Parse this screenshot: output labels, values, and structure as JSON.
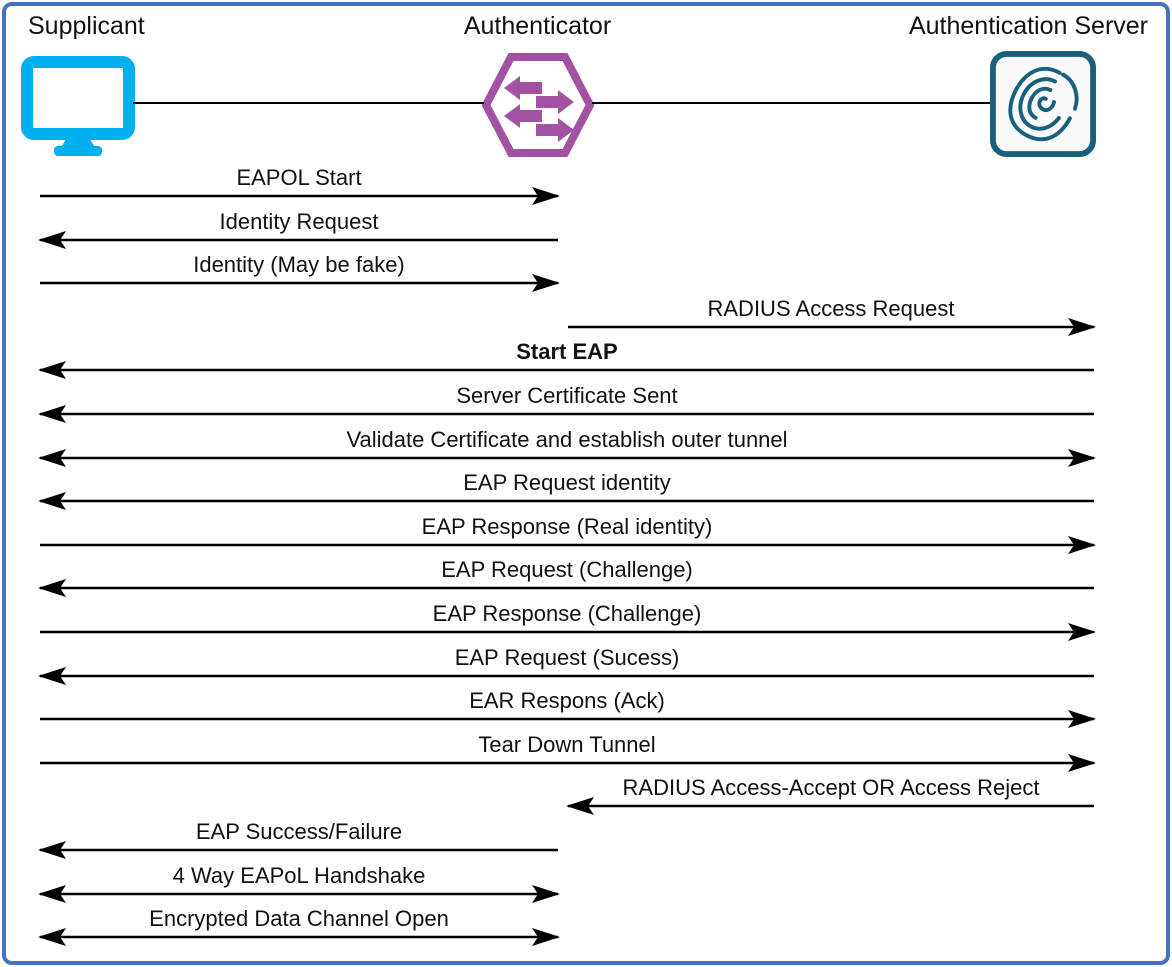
{
  "colors": {
    "frame": "#4472C4",
    "arrow": "#000000",
    "text": "#111111",
    "supplicant_icon": "#00B0F0",
    "authenticator_icon": "#A352A3",
    "server_icon": "#19607F"
  },
  "actors": [
    {
      "id": "supplicant",
      "label": "Supplicant",
      "icon": "monitor-icon"
    },
    {
      "id": "authenticator",
      "label": "Authenticator",
      "icon": "switch-icon"
    },
    {
      "id": "authentication_server",
      "label": "Authentication Server",
      "icon": "fingerprint-icon"
    }
  ],
  "messages": [
    {
      "label": "EAPOL Start",
      "from": "supplicant",
      "to": "authenticator",
      "lane": "supplicant_authenticator",
      "arrow": "right",
      "bold": false
    },
    {
      "label": "Identity Request",
      "from": "authenticator",
      "to": "supplicant",
      "lane": "supplicant_authenticator",
      "arrow": "left",
      "bold": false
    },
    {
      "label": "Identity (May be fake)",
      "from": "supplicant",
      "to": "authenticator",
      "lane": "supplicant_authenticator",
      "arrow": "right",
      "bold": false
    },
    {
      "label": "RADIUS Access Request",
      "from": "authenticator",
      "to": "authentication_server",
      "lane": "authenticator_server",
      "arrow": "right",
      "bold": false
    },
    {
      "label": "Start EAP",
      "from": "authentication_server",
      "to": "supplicant",
      "lane": "supplicant_server",
      "arrow": "left",
      "bold": true
    },
    {
      "label": "Server Certificate Sent",
      "from": "authentication_server",
      "to": "supplicant",
      "lane": "supplicant_server",
      "arrow": "left",
      "bold": false
    },
    {
      "label": "Validate Certificate and establish outer tunnel",
      "from": "supplicant",
      "to": "authentication_server",
      "lane": "supplicant_server",
      "arrow": "both",
      "bold": false
    },
    {
      "label": "EAP Request identity",
      "from": "authentication_server",
      "to": "supplicant",
      "lane": "supplicant_server",
      "arrow": "left",
      "bold": false
    },
    {
      "label": "EAP Response (Real identity)",
      "from": "supplicant",
      "to": "authentication_server",
      "lane": "supplicant_server",
      "arrow": "right",
      "bold": false
    },
    {
      "label": "EAP Request (Challenge)",
      "from": "authentication_server",
      "to": "supplicant",
      "lane": "supplicant_server",
      "arrow": "left",
      "bold": false
    },
    {
      "label": "EAP Response (Challenge)",
      "from": "supplicant",
      "to": "authentication_server",
      "lane": "supplicant_server",
      "arrow": "right",
      "bold": false
    },
    {
      "label": "EAP Request (Sucess)",
      "from": "authentication_server",
      "to": "supplicant",
      "lane": "supplicant_server",
      "arrow": "left",
      "bold": false
    },
    {
      "label": "EAR Respons (Ack)",
      "from": "supplicant",
      "to": "authentication_server",
      "lane": "supplicant_server",
      "arrow": "right",
      "bold": false
    },
    {
      "label": "Tear Down Tunnel",
      "from": "supplicant",
      "to": "authentication_server",
      "lane": "supplicant_server",
      "arrow": "right",
      "bold": false
    },
    {
      "label": "RADIUS Access-Accept OR Access Reject",
      "from": "authentication_server",
      "to": "authenticator",
      "lane": "authenticator_server",
      "arrow": "left",
      "bold": false
    },
    {
      "label": "EAP Success/Failure",
      "from": "authenticator",
      "to": "supplicant",
      "lane": "supplicant_authenticator",
      "arrow": "left",
      "bold": false
    },
    {
      "label": "4 Way EAPoL Handshake",
      "from": "supplicant",
      "to": "authenticator",
      "lane": "supplicant_authenticator",
      "arrow": "both",
      "bold": false
    },
    {
      "label": "Encrypted Data Channel Open",
      "from": "supplicant",
      "to": "authenticator",
      "lane": "supplicant_authenticator",
      "arrow": "both",
      "bold": false
    }
  ]
}
